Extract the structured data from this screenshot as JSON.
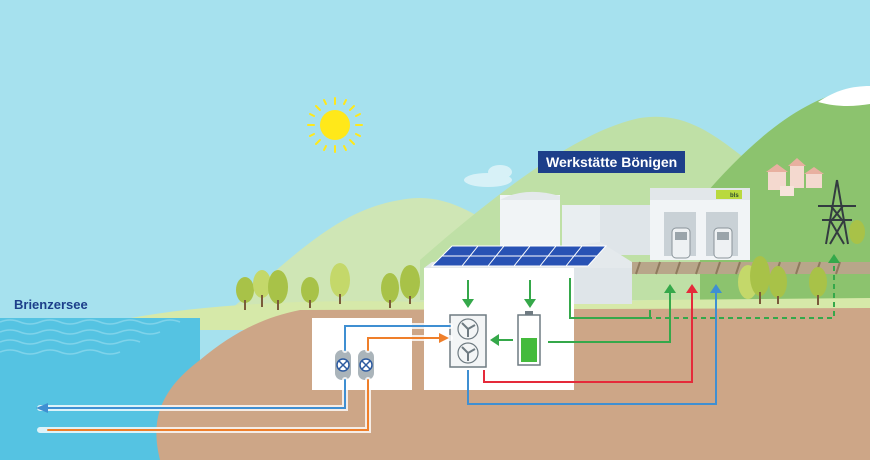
{
  "labels": {
    "workshop": "Werkstätte Bönigen",
    "lake": "Brienzersee",
    "company_logo": "bls"
  },
  "icons": [
    "sun-icon",
    "solar-panel-icon",
    "fan-unit-icon",
    "battery-icon",
    "heat-pump-icon",
    "power-pylon-icon",
    "train-icon"
  ],
  "colors": {
    "sky": "#a6e1ee",
    "water": "#55c3e2",
    "ground": "#cda687",
    "cold_flow": "#3f8fd2",
    "warm_flow": "#ef7f2a",
    "heat_supply": "#e52a3a",
    "electric_flow": "#35a84a",
    "label_bg": "#1d3f8a"
  }
}
